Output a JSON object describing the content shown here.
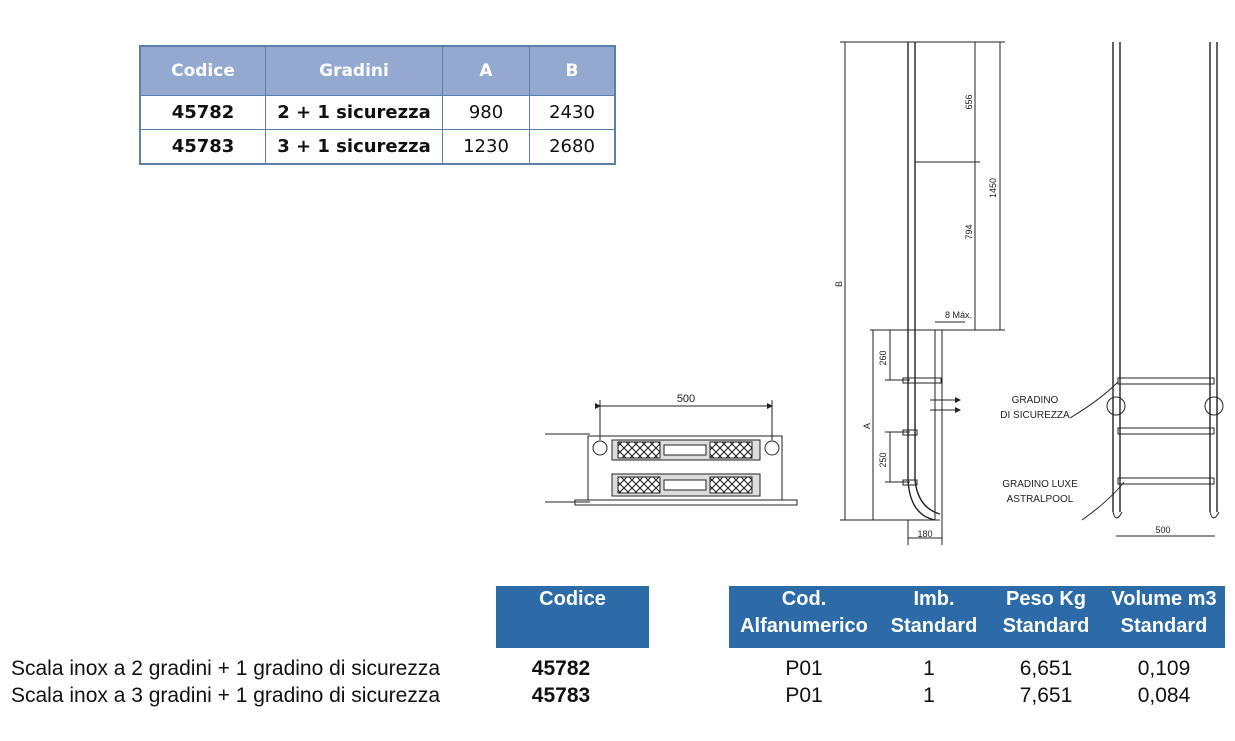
{
  "top_table": {
    "headers": [
      "Codice",
      "Gradini",
      "A",
      "B"
    ],
    "rows": [
      [
        "45782",
        "2 + 1 sicurezza",
        "980",
        "2430"
      ],
      [
        "45783",
        "3 + 1 sicurezza",
        "1230",
        "2680"
      ]
    ]
  },
  "drawing": {
    "top_view_width": "500",
    "dim_656": "656",
    "dim_794": "794",
    "dim_1450": "1450",
    "dim_B": "B",
    "dim_8max": "8 Máx.",
    "dim_260": "260",
    "dim_A": "A",
    "dim_250": "250",
    "dim_180": "180",
    "label_safety_1": "GRADINO",
    "label_safety_2": "DI SICUREZZA",
    "label_luxe_1": "GRADINO LUXE",
    "label_luxe_2": "ASTRALPOOL",
    "front_width": "500"
  },
  "bottom_table": {
    "header_codice": "Codice",
    "header_cod_1": "Cod.",
    "header_cod_2": "Alfanumerico",
    "header_imb_1": "Imb.",
    "header_imb_2": "Standard",
    "header_peso_1": "Peso Kg",
    "header_peso_2": "Standard",
    "header_vol_1": "Volume m3",
    "header_vol_2": "Standard",
    "rows": [
      {
        "desc": "Scala inox a 2 gradini + 1 gradino di sicurezza",
        "codice": "45782",
        "cod": "P01",
        "imb": "1",
        "peso": "6,651",
        "vol": "0,109"
      },
      {
        "desc": "Scala inox a 3 gradini + 1 gradino di sicurezza",
        "codice": "45783",
        "cod": "P01",
        "imb": "1",
        "peso": "7,651",
        "vol": "0,084"
      }
    ]
  },
  "colors": {
    "top_header": "#93a9d0",
    "top_border": "#5b7fab",
    "bottom_header": "#2c6ba8"
  }
}
